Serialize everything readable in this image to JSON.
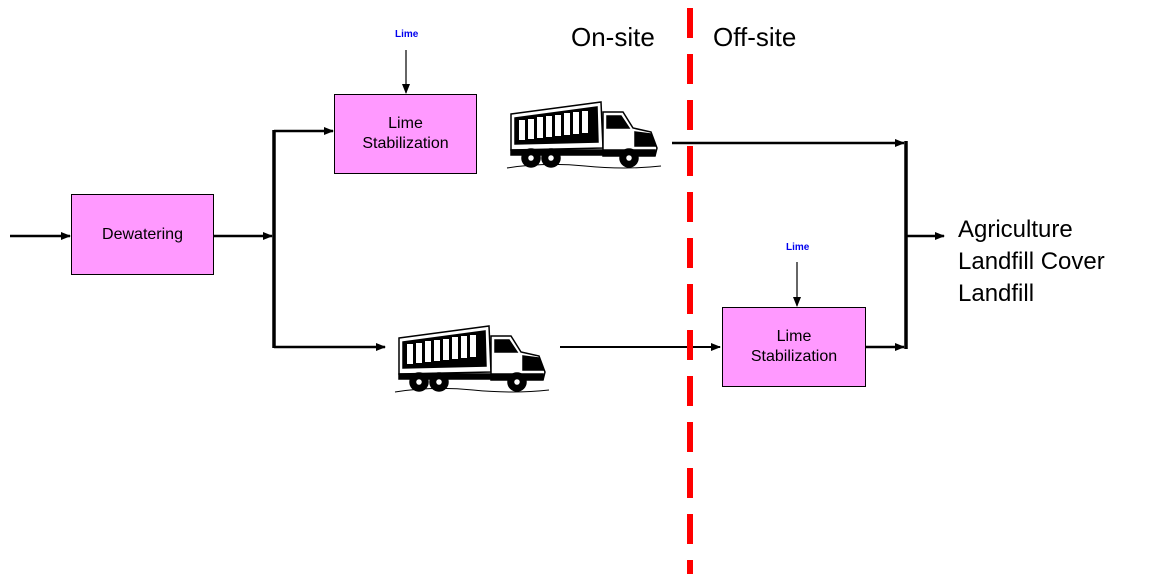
{
  "boxes": {
    "dewatering": "Dewatering",
    "lime_stab_onsite": [
      "Lime",
      "Stabilization"
    ],
    "lime_stab_offsite": [
      "Lime",
      "Stabilization"
    ]
  },
  "inputs": {
    "lime_onsite": "Lime",
    "lime_offsite": "Lime"
  },
  "zones": {
    "on_site": "On-site",
    "off_site": "Off-site"
  },
  "destinations": [
    "Agriculture",
    "Landfill Cover",
    "Landfill"
  ],
  "colors": {
    "box_fill": "#ff99ff",
    "divider": "#ff0000",
    "lime_text": "#0000ee"
  },
  "icons": [
    "dump-truck-icon",
    "dump-truck-icon"
  ]
}
